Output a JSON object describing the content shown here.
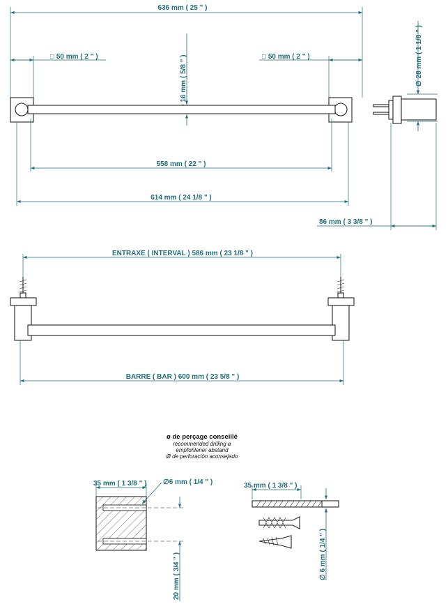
{
  "top_view": {
    "overall_width": "636 mm ( 25 \" )",
    "square_left": "□ 50 mm ( 2 \" )",
    "square_right": "□ 50 mm ( 2 \" )",
    "tube_diameter": "∅ 16 mm ( 5/8 \" )",
    "inner_width": "558 mm ( 22 \" )",
    "outer_width": "614 mm ( 24 1/8 \" )"
  },
  "side_view": {
    "diameter": "∅ 28 mm ( 1 1/8 \" )",
    "projection": "86 mm ( 3 3/8 \" )"
  },
  "front_view": {
    "entraxe": "ENTRAXE ( INTERVAL ) 586 mm ( 23 1/8 \" )",
    "barre": "BARRE ( BAR ) 600 mm ( 23 5/8 \" )"
  },
  "drilling": {
    "title": "ø de perçage conseillé",
    "line_en": "recommended drilling ø",
    "line_de": "empfohlener abstand",
    "line_es": "Ø de perforación aconsejado",
    "depth_left": "35 mm ( 1 3/8 \" )",
    "hole_diameter": "∅6 mm ( 1/4 \" )",
    "depth_right": "35 mm ( 1 3/8 \" )",
    "hole_spacing": "20 mm ( 3/4 \" )",
    "drill_diameter": "∅ 6 mm ( 1/4 \" )"
  }
}
